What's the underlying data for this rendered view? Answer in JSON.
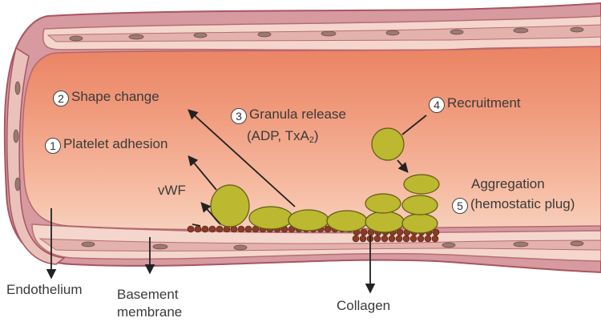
{
  "steps": [
    {
      "number": "1",
      "label": "Platelet adhesion"
    },
    {
      "number": "2",
      "label": "Shape change"
    },
    {
      "number": "3",
      "label": "Granula release"
    },
    {
      "number": "4",
      "label": "Recruitment"
    },
    {
      "number": "5",
      "label": "Aggregation"
    }
  ],
  "step3_detail": {
    "prefix": "(ADP, TxA",
    "subscript": "2",
    "suffix": ")"
  },
  "step5_detail": "(hemostatic plug)",
  "labels": {
    "vwf": "vWF",
    "endothelium": "Endothelium",
    "basement_line1": "Basement",
    "basement_line2": "membrane",
    "collagen": "Collagen"
  },
  "colors": {
    "lumen_outer": "#e98766",
    "lumen_inner": "#f8c7ae",
    "wall_pink": "#d9a0a4",
    "wall_dark": "#a5555f",
    "wall_light": "#f3d7cf",
    "platelet": "#bcb82f",
    "collagen_bead": "#8a3b25",
    "arrow": "#222222"
  }
}
